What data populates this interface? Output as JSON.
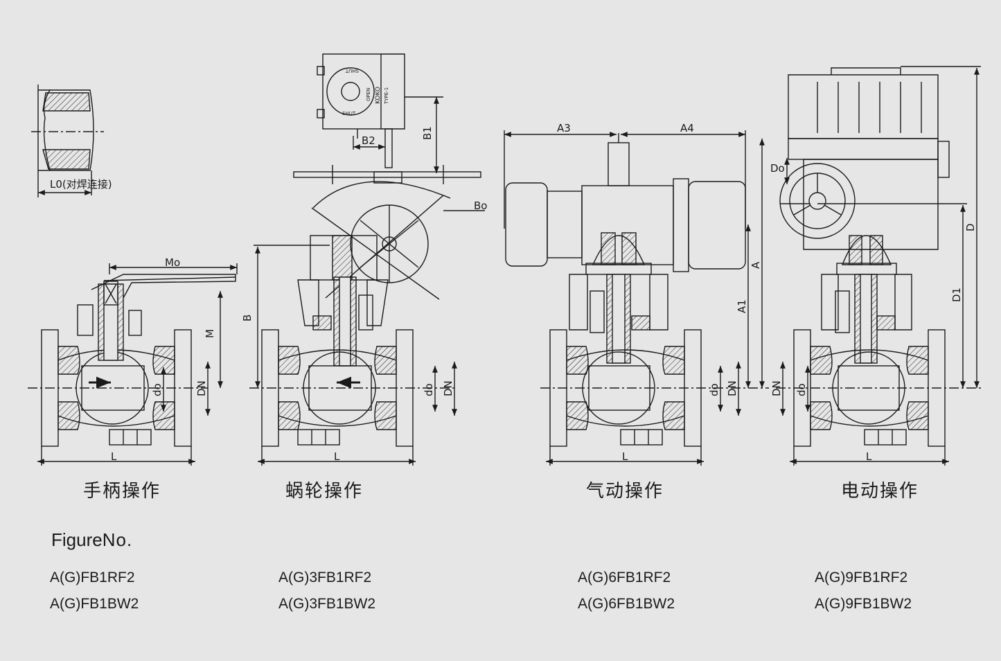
{
  "dims": {
    "l0": "L0(对焊连接)",
    "mo": "Mo",
    "m": "M",
    "do": "do",
    "dn": "DN",
    "l": "L",
    "b": "B",
    "b1": "B1",
    "b2": "B2",
    "bo": "Bo",
    "a": "A",
    "a1": "A1",
    "a3": "A3",
    "a4": "A4",
    "d": "D",
    "d1": "D1",
    "do_cap": "Do"
  },
  "plate": {
    "shut": "SHUT",
    "open": "OPEN",
    "brand": "KOKO",
    "type": "TYPE-1"
  },
  "operations": {
    "handle": "手柄操作",
    "worm": "蜗轮操作",
    "pneumatic": "气动操作",
    "electric": "电动操作"
  },
  "figure": {
    "title_a": "Figure",
    "title_b": "No."
  },
  "models": {
    "handle": [
      "A(G)FB1RF2",
      "A(G)FB1BW2"
    ],
    "worm": [
      "A(G)3FB1RF2",
      "A(G)3FB1BW2"
    ],
    "pneumatic": [
      "A(G)6FB1RF2",
      "A(G)6FB1BW2"
    ],
    "electric": [
      "A(G)9FB1RF2",
      "A(G)9FB1BW2"
    ]
  },
  "colors": {
    "background": "#e6e6e6",
    "line": "#1a1a1a"
  }
}
